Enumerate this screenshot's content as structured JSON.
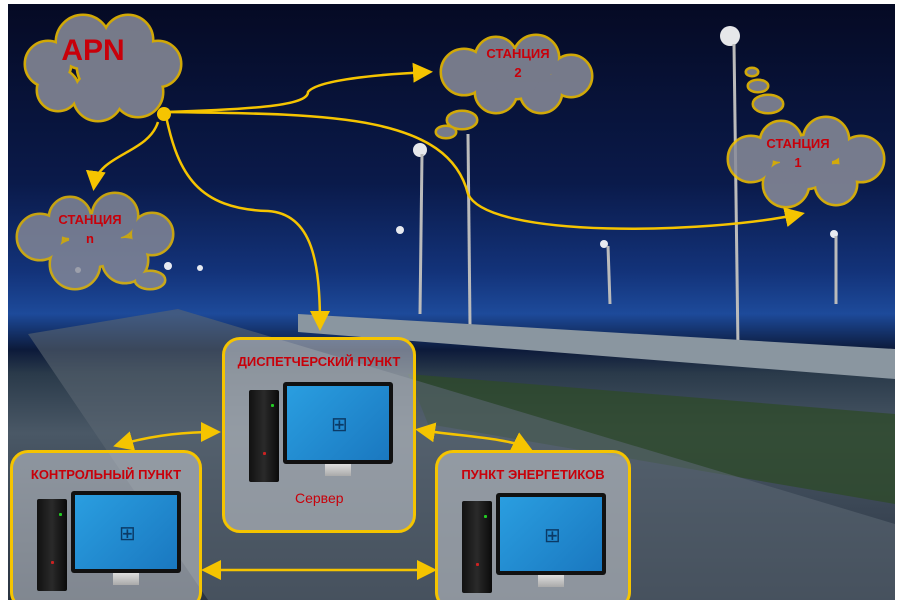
{
  "clouds": {
    "apn": "APN",
    "station2": {
      "title": "СТАНЦИЯ",
      "num": "2"
    },
    "station1": {
      "title": "СТАНЦИЯ",
      "num": "1"
    },
    "stationN": {
      "title": "СТАНЦИЯ",
      "num": "n"
    }
  },
  "boxes": {
    "dispatcher": {
      "title": "ДИСПЕТЧЕРСКИЙ ПУНКТ",
      "caption": "Сервер"
    },
    "control": {
      "title": "КОНТРОЛЬНЫЙ ПУНКТ"
    },
    "energy": {
      "title": "ПУНКТ ЭНЕРГЕТИКОВ"
    }
  },
  "colors": {
    "accent": "#f5c400",
    "text": "#c8000a",
    "cloud": "#8a8d9a"
  }
}
